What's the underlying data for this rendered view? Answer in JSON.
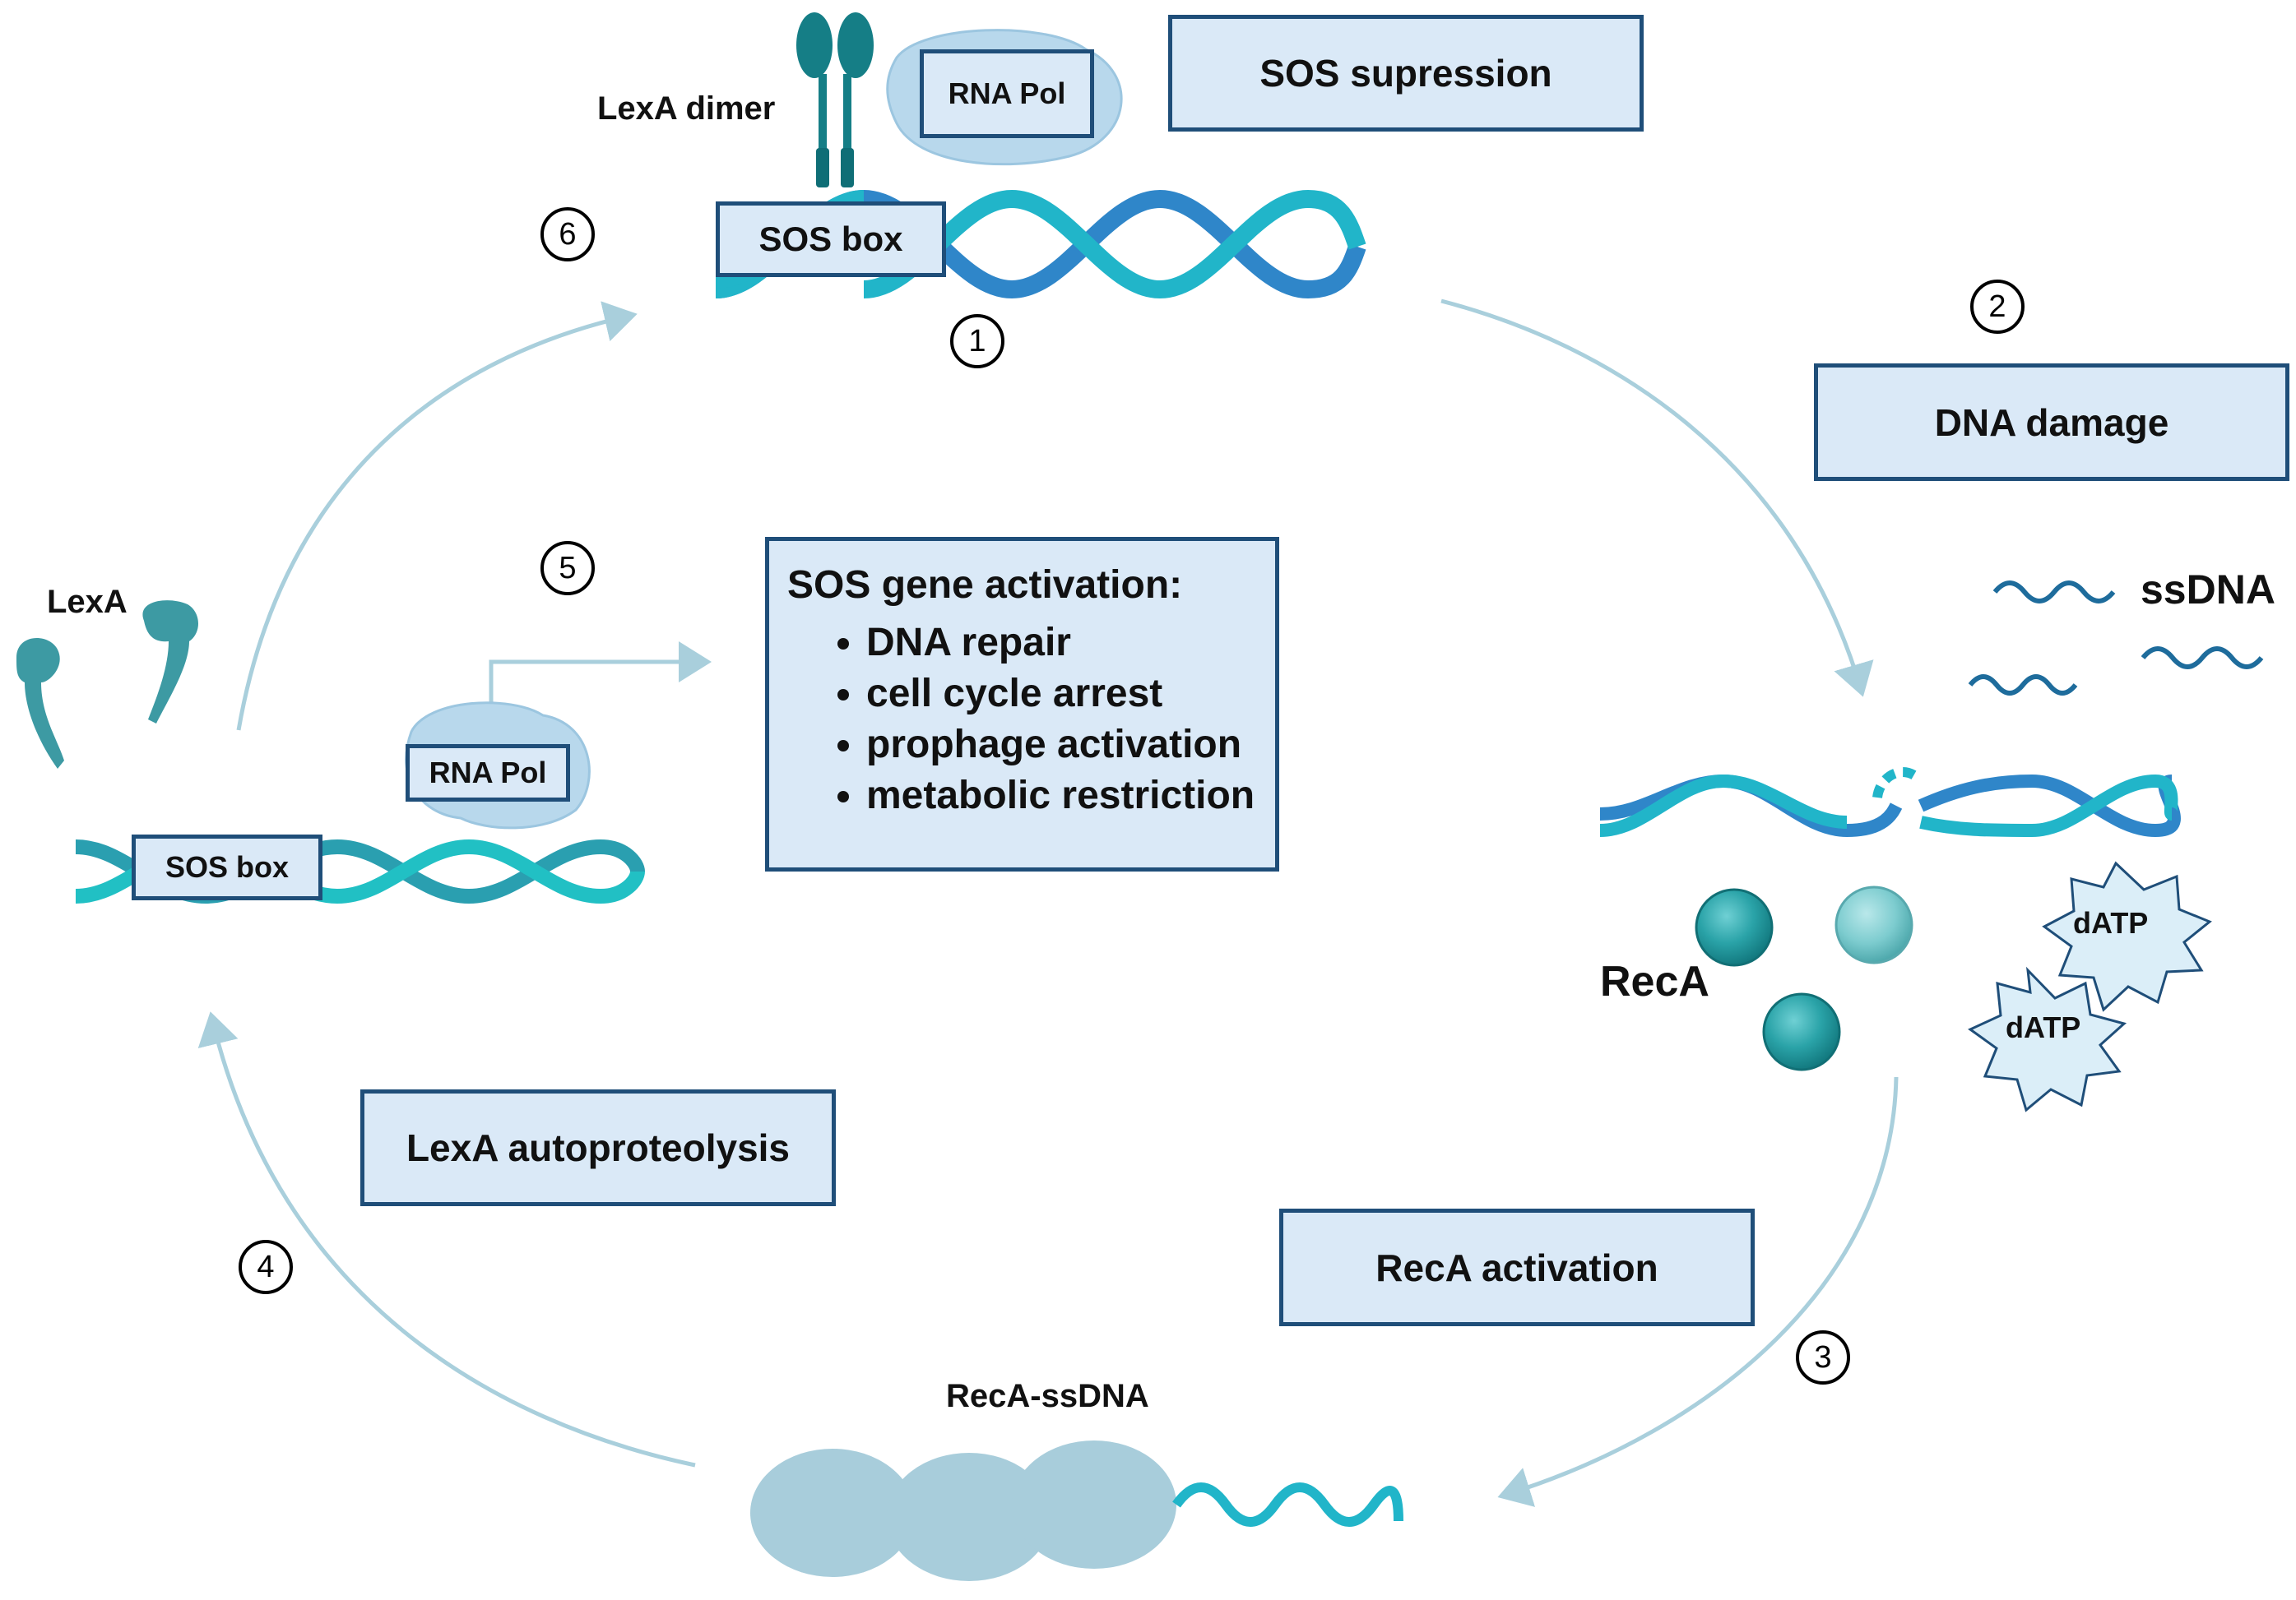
{
  "labels": {
    "lexa_dimer": "LexA dimer",
    "lexa": "LexA",
    "ssdna": "ssDNA",
    "reca": "RecA",
    "reca_ssdna": "RecA-ssDNA",
    "datp_1": "dATP",
    "datp_2": "dATP"
  },
  "boxes": {
    "sos_suppression": "SOS supression",
    "dna_damage": "DNA damage",
    "reca_activation": "RecA activation",
    "lexa_autoproteolysis": "LexA autoproteolysis",
    "rna_pol_top": "RNA Pol",
    "rna_pol_left": "RNA Pol",
    "sos_box_top": "SOS box",
    "sos_box_left": "SOS box"
  },
  "sos_activation": {
    "title": "SOS gene activation:",
    "items": [
      "DNA repair",
      "cell cycle arrest",
      "prophage activation",
      "metabolic restriction"
    ]
  },
  "steps": [
    "1",
    "2",
    "3",
    "4",
    "5",
    "6"
  ],
  "colors": {
    "box_fill": "#dae9f7",
    "box_border": "#1f4e79",
    "dna_dark": "#2f86c9",
    "dna_light": "#21b5c9",
    "arrow": "#a9cfdc",
    "reca_dark": "#2aa3a8",
    "reca_light": "#7dcccf",
    "lexa": "#3d9aa3",
    "rna_pol_blob": "#b8d8ec",
    "reca_ssdna_blob": "#a8cddb"
  }
}
